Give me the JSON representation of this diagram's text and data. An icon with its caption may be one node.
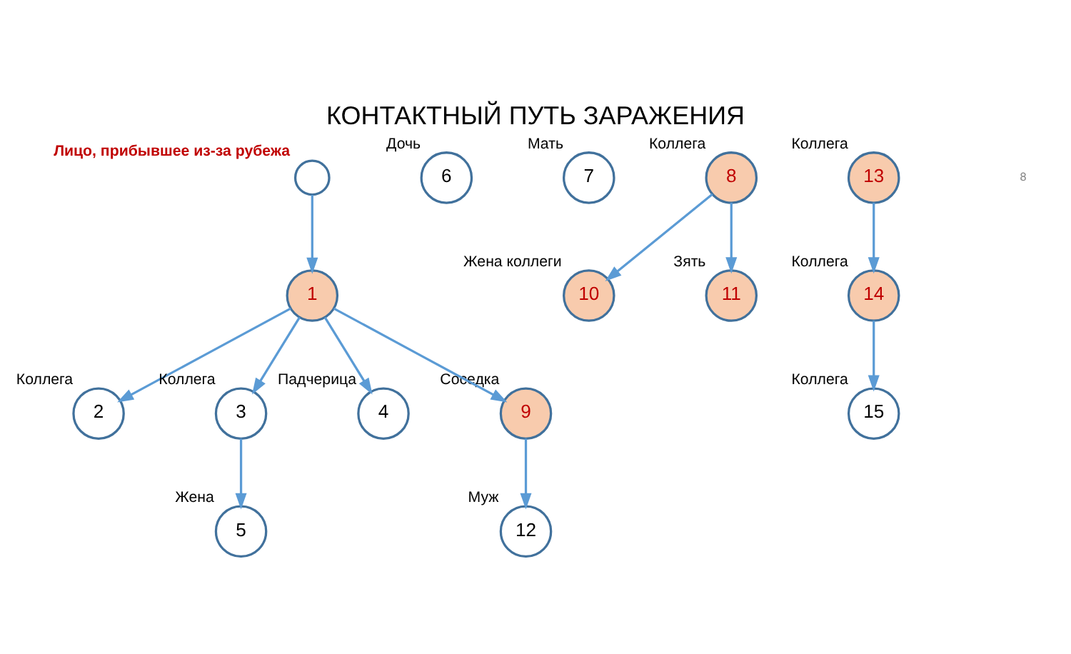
{
  "diagram": {
    "title": "КОНТАКТНЫЙ ПУТЬ ЗАРАЖЕНИЯ",
    "nodes": [
      {
        "text": [],
        "shape": "circle",
        "beside": [
          "Лицо, прибывшее из-за рубежа"
        ]
      },
      {
        "text": [
          "1"
        ]
      },
      {
        "text": [
          "2"
        ],
        "beside": [
          "Коллега"
        ]
      },
      {
        "text": [
          "3"
        ],
        "beside": [
          "Коллега"
        ]
      },
      {
        "text": [
          "4"
        ],
        "beside": [
          "Падчерица"
        ]
      },
      {
        "text": [
          "5"
        ],
        "beside": [
          "Жена"
        ]
      },
      {
        "text": [
          "6"
        ],
        "beside": [
          "Дочь"
        ]
      },
      {
        "text": [
          "7"
        ],
        "beside": [
          "Мать"
        ]
      },
      {
        "text": [
          "8"
        ],
        "beside": [
          "Коллега"
        ]
      },
      {
        "text": [
          "9"
        ],
        "beside": [
          "Соседка"
        ]
      },
      {
        "text": [
          "10"
        ],
        "beside": [
          "Жена коллеги"
        ]
      },
      {
        "text": [
          "11"
        ],
        "beside": [
          "Зять"
        ]
      },
      {
        "text": [
          "12"
        ],
        "beside": [
          "Муж"
        ]
      },
      {
        "text": [
          "13"
        ],
        "beside": [
          "Коллега"
        ]
      },
      {
        "text": [
          "14"
        ],
        "beside": [
          "Коллега"
        ]
      },
      {
        "text": [
          "15"
        ],
        "beside": [
          "Коллега"
        ]
      }
    ],
    "edges": [
      {
        "from": 0,
        "to": 1,
        "arrow": "to"
      },
      {
        "from": 1,
        "to": 9,
        "arrow": "to"
      },
      {
        "from": 1,
        "to": 2,
        "arrow": "to"
      },
      {
        "from": 1,
        "to": 3,
        "arrow": "to"
      },
      {
        "from": 1,
        "to": 4,
        "arrow": "to"
      },
      {
        "from": 3,
        "to": 5,
        "arrow": "to"
      },
      {
        "from": 9,
        "to": 12,
        "arrow": "to"
      },
      {
        "from": 8,
        "to": 10,
        "arrow": "to"
      },
      {
        "from": 8,
        "to": 11,
        "arrow": "to"
      },
      {
        "from": 13,
        "to": 14,
        "arrow": "to"
      },
      {
        "from": 14,
        "to": 15,
        "arrow": "to"
      }
    ],
    "labels": [
      "8"
    ]
  }
}
